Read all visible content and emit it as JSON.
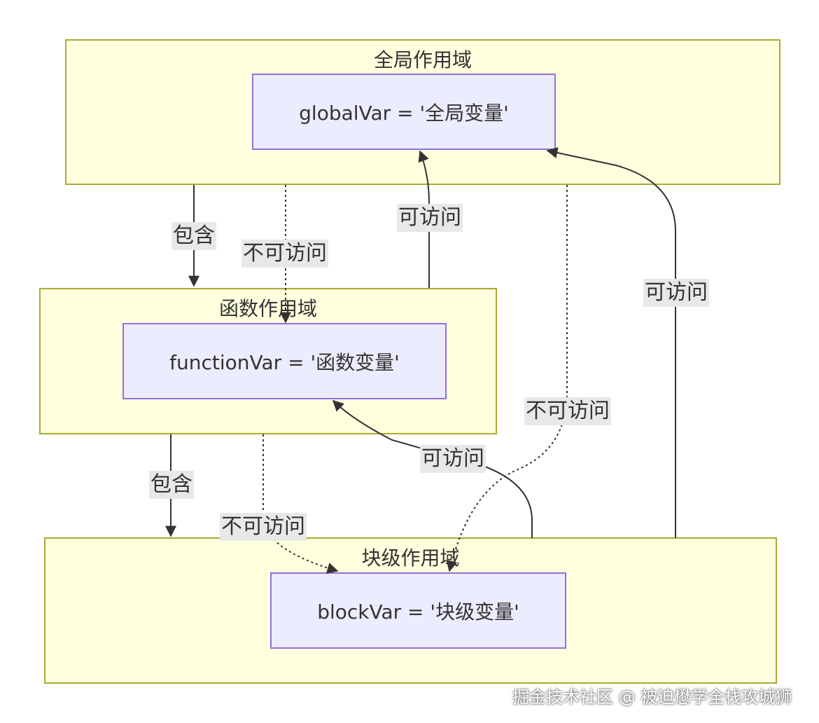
{
  "clusters": {
    "global": {
      "title": "全局作用域"
    },
    "function": {
      "title": "函数作用域"
    },
    "block": {
      "title": "块级作用域"
    }
  },
  "nodes": {
    "global_var": "globalVar = '全局变量'",
    "function_var": "functionVar = '函数变量'",
    "block_var": "blockVar = '块级变量'"
  },
  "edge_labels": {
    "contains_1": "包含",
    "no_access_1": "不可访问",
    "access_1": "可访问",
    "no_access_2": "不可访问",
    "access_2": "可访问",
    "contains_2": "包含",
    "no_access_3": "不可访问",
    "access_3": "可访问"
  },
  "colors": {
    "cluster_fill": "#ffffde",
    "cluster_border": "#aaaa33",
    "node_fill": "#ececff",
    "node_border": "#9370db",
    "edge": "#333333",
    "label_bg": "#e8e8e8"
  },
  "watermark": "掘金技术社区 @ 被迫懋学全栈攻城狮"
}
